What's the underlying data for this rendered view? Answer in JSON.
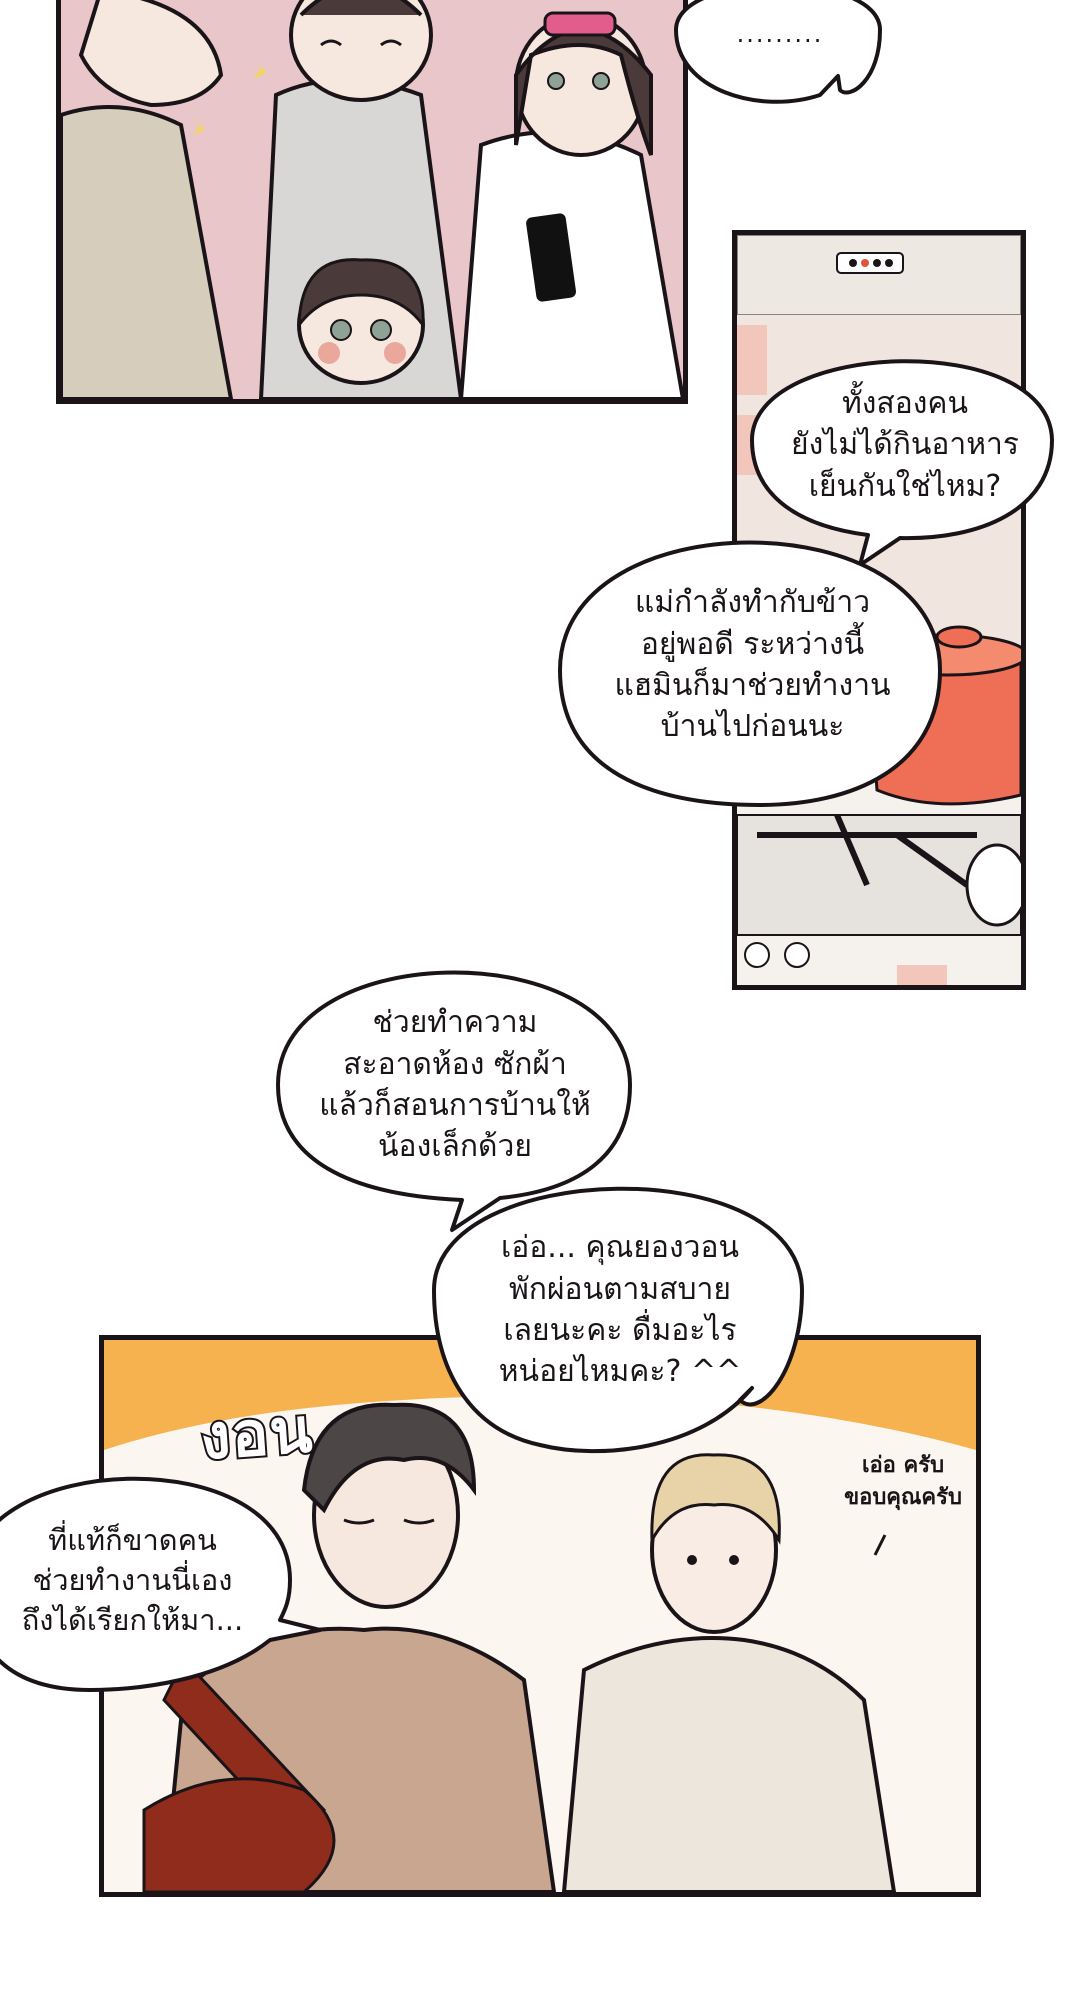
{
  "bubbles": {
    "ellipsis": ".........",
    "both_not_eaten": "ทั้งสองคน\nยังไม่ได้กินอาหาร\nเย็นกันใช่ไหม?",
    "mom_cooking": "แม่กำลังทำกับข้าว\nอยู่พอดี ระหว่างนี้\nแฮมินก็มาช่วยทำงาน\nบ้านไปก่อนนะ",
    "help_clean": "ช่วยทำความ\nสะอาดห้อง ซักผ้า\nแล้วก็สอนการบ้านให้\nน้องเล็กด้วย",
    "uh_rest": "เอ่อ... คุณยองวอน\nพักผ่อนตามสบาย\nเลยนะคะ ดื่มอะไร\nหน่อยไหมคะ? ^^",
    "short_of_help": "ที่แท้ก็ขาดคน\nช่วยทำงานนี่เอง\nถึงได้เรียกให้มา..."
  },
  "sfx": {
    "label": "งอน"
  },
  "note": {
    "text": "เอ่อ ครับ\nขอบคุณครับ"
  },
  "colors": {
    "ink": "#1a1419",
    "panel1_bg": "#e9c6c9",
    "panel3_bg": "#f6b24e",
    "pot": "#ee6f55",
    "shirt_brown": "#c9a690",
    "bag_red": "#8f2c1c"
  }
}
